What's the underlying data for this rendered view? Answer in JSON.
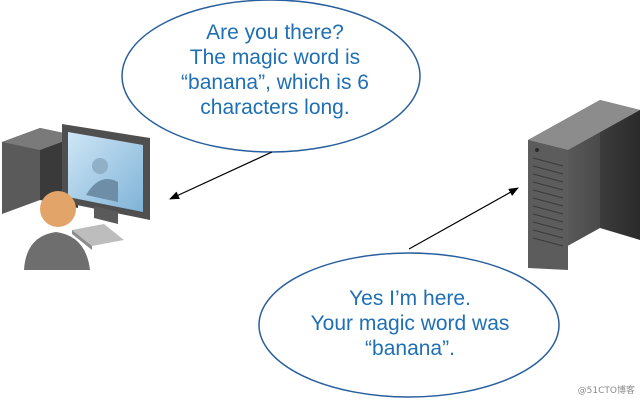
{
  "left_bubble": {
    "lines": [
      "Are you there?",
      "The magic word is",
      "“banana”, which is 6",
      "characters long."
    ]
  },
  "right_bubble": {
    "lines": [
      "Yes I’m here.",
      "Your magic word was",
      "“banana”."
    ]
  },
  "watermark": "@51CTO博客",
  "icons": {
    "client": "desktop-user-icon",
    "server": "server-tower-icon"
  },
  "colors": {
    "bubble_stroke": "#2a5f9e",
    "text": "#1f6fb5",
    "arrow": "#000000"
  }
}
